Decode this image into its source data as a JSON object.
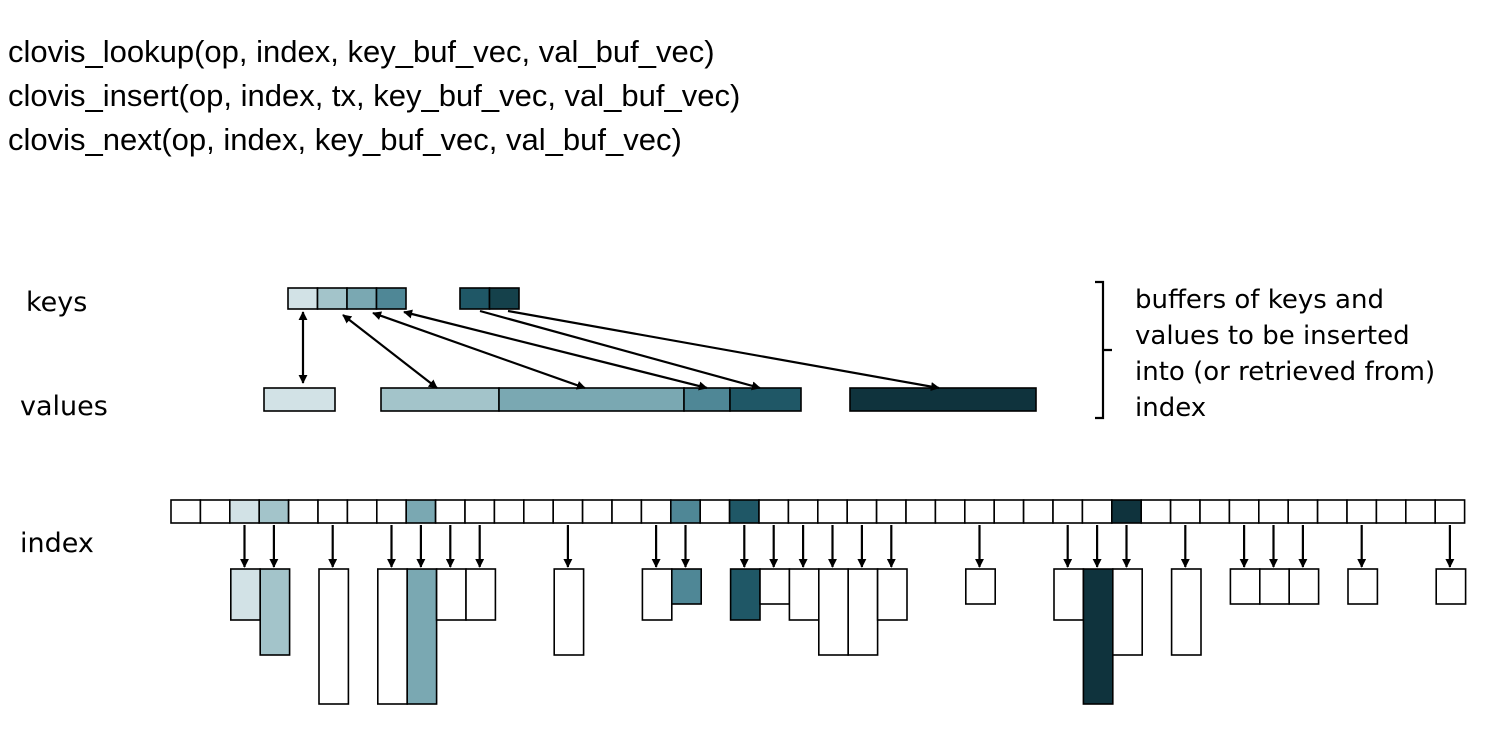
{
  "api_calls": [
    "clovis_lookup(op, index, key_buf_vec, val_buf_vec)",
    "clovis_insert(op, index, tx, key_buf_vec, val_buf_vec)",
    "clovis_next(op, index, key_buf_vec, val_buf_vec)"
  ],
  "diagram": {
    "labels": {
      "keys": "keys",
      "values": "values",
      "index": "index"
    },
    "note_lines": [
      "buffers of keys and",
      "values to be inserted",
      "into (or retrieved from)",
      "index"
    ],
    "colors": {
      "c1": "#d2e2e6",
      "c2": "#a3c4ca",
      "c3": "#7aa8b2",
      "c4": "#4f8796",
      "c5": "#1f5766",
      "c6": "#15414b",
      "c7": "#0f333d",
      "empty": "#ffffff"
    },
    "key_groups": [
      [
        "c1",
        "c2",
        "c3",
        "c4"
      ],
      [
        "c5",
        "c6"
      ]
    ],
    "value_groups": [
      [
        "c1"
      ],
      [
        "c2",
        "c3",
        "c4",
        "c5"
      ],
      [
        "c7"
      ]
    ],
    "index_slot_count": 44,
    "colored_index_slots": {
      "2": "c1",
      "3": "c2",
      "8": "c3",
      "17": "c4",
      "19": "c5",
      "32": "c7"
    },
    "value_columns": [
      {
        "slots": [
          2,
          3
        ],
        "size": "short",
        "colors": [
          "c1",
          "c2"
        ]
      },
      {
        "slots": [
          5
        ],
        "size": "tall"
      },
      {
        "slots": [
          7,
          8,
          9,
          10
        ],
        "size": "tall",
        "colors": [
          null,
          "c3",
          null,
          null
        ]
      },
      {
        "slots": [
          13
        ],
        "size": "medium"
      },
      {
        "slots": [
          16,
          17
        ],
        "size": "tiny",
        "colors": [
          null,
          "c4"
        ]
      },
      {
        "slots": [
          19,
          20,
          21,
          22,
          23,
          24
        ],
        "size": "short",
        "colors": [
          "c5"
        ]
      },
      {
        "slots": [
          27
        ],
        "size": "tiny"
      },
      {
        "slots": [
          30,
          31,
          32
        ],
        "size": "tall",
        "colors": [
          null,
          "c7",
          null
        ]
      },
      {
        "slots": [
          34
        ],
        "size": "medium"
      },
      {
        "slots": [
          36,
          37,
          38
        ],
        "size": "tiny"
      },
      {
        "slots": [
          40
        ],
        "size": "tiny"
      },
      {
        "slots": [
          43
        ],
        "size": "tiny"
      }
    ]
  }
}
